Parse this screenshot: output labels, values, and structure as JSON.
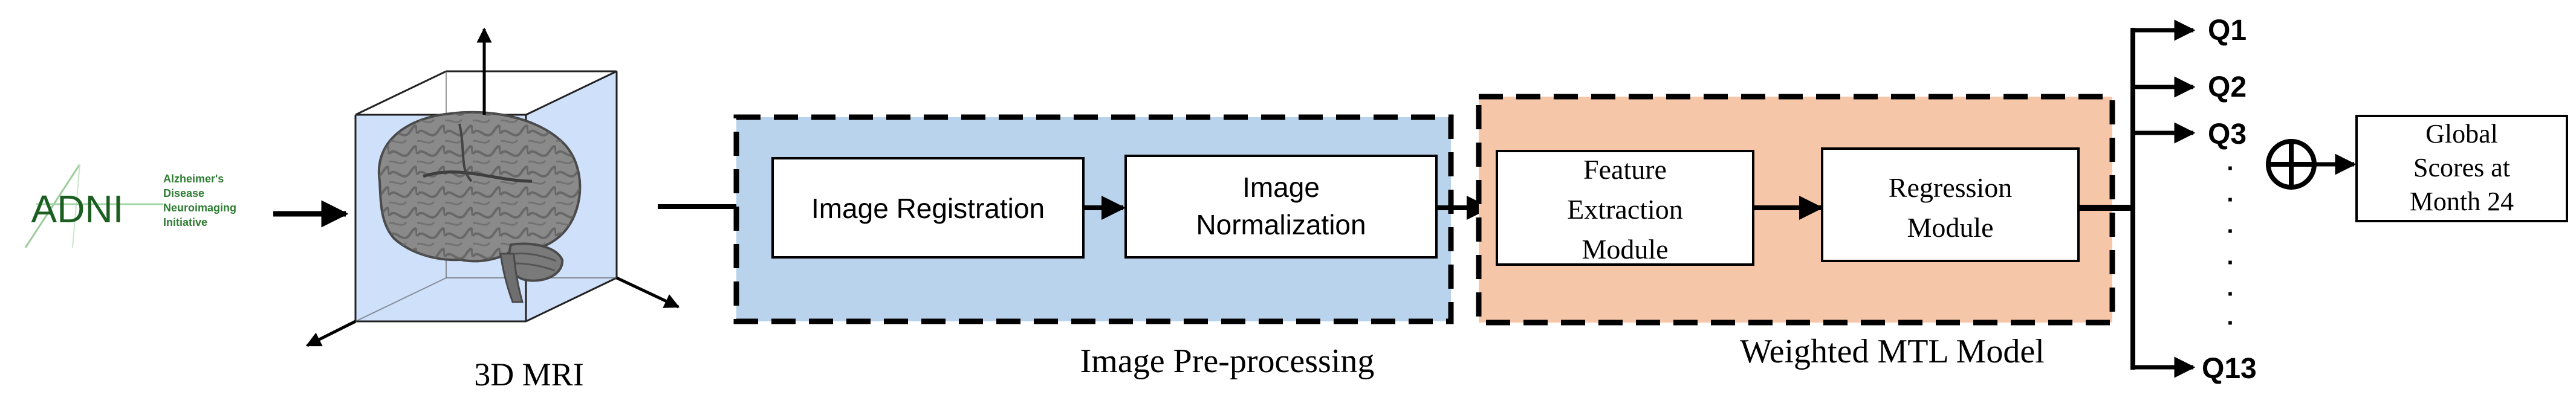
{
  "logo": {
    "acronym": "ADNI",
    "lines": [
      "Alzheimer's",
      "Disease",
      "Neuroimaging",
      "Initiative"
    ],
    "color": "#2e7d32"
  },
  "mri": {
    "caption": "3D MRI",
    "cube_fill": "#cfe0fb",
    "brain_color": "#8a8a8a"
  },
  "preprocessing": {
    "label": "Image Pre-processing",
    "fill": "#b9d3ec",
    "steps": [
      {
        "lines": [
          "Image Registration"
        ]
      },
      {
        "lines": [
          "Image",
          "Normalization"
        ]
      }
    ]
  },
  "mtl_model": {
    "label": "Weighted MTL Model",
    "fill": "#f6c6a9",
    "steps": [
      {
        "lines": [
          "Feature",
          "Extraction",
          "Module"
        ]
      },
      {
        "lines": [
          "Regression",
          "Module"
        ]
      }
    ]
  },
  "outputs": {
    "items": [
      "Q1",
      "Q2",
      "Q3",
      "Q13"
    ],
    "ellipsis": [
      "·",
      "·",
      "·",
      "·",
      "·",
      "·"
    ]
  },
  "combine_symbol": "⊕",
  "result": {
    "lines": [
      "Global",
      "Scores at",
      "Month 24"
    ]
  }
}
